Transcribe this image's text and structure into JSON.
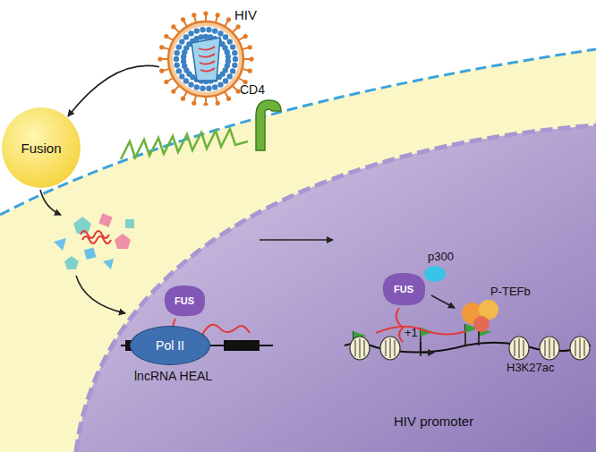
{
  "diagram": {
    "nodes": [
      {
        "text": [
          "HIV"
        ]
      },
      {
        "text": [
          "Fusion"
        ]
      },
      {
        "text": [
          "FUS"
        ]
      },
      {
        "text": [
          "Pol II"
        ]
      },
      {
        "text": [
          "FUS"
        ]
      }
    ],
    "edges": [
      {
        "from": 0,
        "to": 1,
        "arrow": "to"
      }
    ],
    "labels": [
      "CD4",
      "lncRNA HEAL",
      "p300",
      "P-TEFb",
      "+1",
      "H3K27ac",
      "HIV promoter"
    ]
  }
}
